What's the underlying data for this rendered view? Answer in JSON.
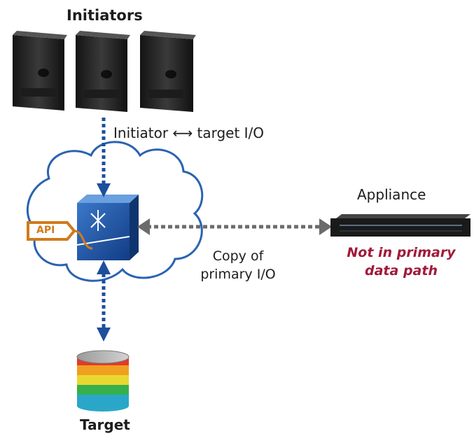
{
  "labels": {
    "initiators": "Initiators",
    "io_label": "Initiator ⟷ target I/O",
    "appliance": "Appliance",
    "not_primary_line1": "Not in primary",
    "not_primary_line2": "data path",
    "copy_line1": "Copy of",
    "copy_line2": "primary I/O",
    "target": "Target",
    "api": "API"
  },
  "colors": {
    "arrow_blue": "#1d4f9c",
    "arrow_gray": "#6b6b6b",
    "cloud_stroke": "#2a63b0",
    "api_orange": "#d07a1c",
    "note_red": "#a01a3a"
  },
  "icons": [
    "server-tower-icon",
    "network-switch-icon",
    "api-connector-icon",
    "rack-appliance-icon",
    "storage-cylinder-icon"
  ]
}
